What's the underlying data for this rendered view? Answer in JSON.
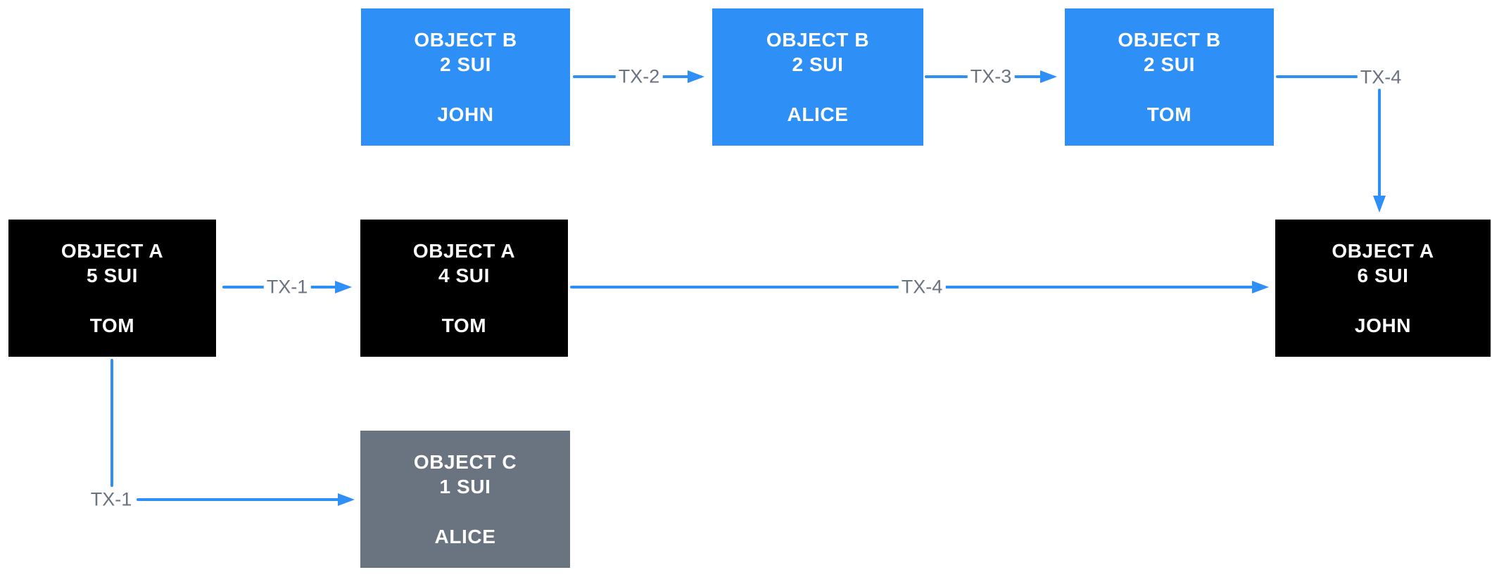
{
  "diagram": {
    "boxes": [
      {
        "name": "OBJECT B",
        "amount": "2 SUI",
        "owner": "JOHN",
        "variant": "blue"
      },
      {
        "name": "OBJECT B",
        "amount": "2 SUI",
        "owner": "ALICE",
        "variant": "blue"
      },
      {
        "name": "OBJECT B",
        "amount": "2 SUI",
        "owner": "TOM",
        "variant": "blue"
      },
      {
        "name": "OBJECT A",
        "amount": "5 SUI",
        "owner": "TOM",
        "variant": "black"
      },
      {
        "name": "OBJECT A",
        "amount": "4 SUI",
        "owner": "TOM",
        "variant": "black"
      },
      {
        "name": "OBJECT A",
        "amount": "6 SUI",
        "owner": "JOHN",
        "variant": "black"
      },
      {
        "name": "OBJECT C",
        "amount": "1 SUI",
        "owner": "ALICE",
        "variant": "gray"
      }
    ],
    "connectors": [
      {
        "label": "TX-1",
        "from": "OBJECT A 5 SUI TOM",
        "to": "OBJECT A 4 SUI TOM"
      },
      {
        "label": "TX-2",
        "from": "OBJECT B 2 SUI JOHN",
        "to": "OBJECT B 2 SUI ALICE"
      },
      {
        "label": "TX-3",
        "from": "OBJECT B 2 SUI ALICE",
        "to": "OBJECT B 2 SUI TOM"
      },
      {
        "label": "TX-4",
        "from": "OBJECT B 2 SUI TOM",
        "to": "OBJECT A 6 SUI JOHN"
      },
      {
        "label": "TX-4",
        "from": "OBJECT A 4 SUI TOM",
        "to": "OBJECT A 6 SUI JOHN"
      },
      {
        "label": "TX-1",
        "from": "OBJECT A 5 SUI TOM",
        "to": "OBJECT C 1 SUI ALICE"
      }
    ],
    "colors": {
      "blue": "#2E8FF7",
      "black": "#000000",
      "gray": "#6A7380",
      "arrow": "#2E8FF7",
      "label_text": "#6B7280",
      "box_text": "#FFFFFF",
      "background": "#FFFFFF"
    }
  }
}
